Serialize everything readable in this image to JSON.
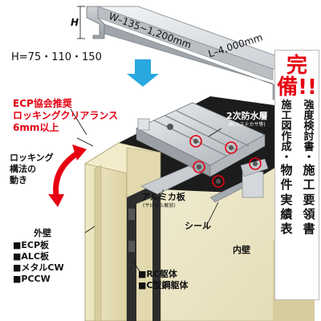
{
  "labels": {
    "h_dim": "H",
    "w_dim": "W–135∼1,200mm",
    "l_dim": "L–4,000mm",
    "h_values": "H=75・110・150",
    "ecp_line1": "ECP協会推奨",
    "ecp_line2": "ロッキングクリアランス",
    "ecp_line3": "6mm以上",
    "locking_line1": "ロッキング",
    "locking_line2": "構法の",
    "locking_line3": "動き",
    "waterproof_title": "2次防水層",
    "waterproof_sub": "(耐火ステカサ等)",
    "alum_title": "アルミカ板",
    "alum_sub": "(サビから解放)",
    "seal": "シール",
    "inner_wall": "内壁",
    "outer_wall": "外壁",
    "outer_items": [
      "■ECP板",
      "■ALC板",
      "■メタルCW",
      "■PCCW"
    ],
    "structure_items": [
      "■RC躯体",
      "■C型鋼躯体"
    ]
  },
  "panel": {
    "title": "完備!!",
    "col1": "強度検討書・",
    "col2": "施工図作成・",
    "col3": "施工要領書",
    "col4": "物件実績表"
  },
  "colors": {
    "accent_red": "#e60012",
    "arrow_blue": "#29a8e0",
    "wall_beige": "#e8e0b8",
    "waterproof_black": "#1c1c1c",
    "metal_gray": "#c8ccd0"
  }
}
